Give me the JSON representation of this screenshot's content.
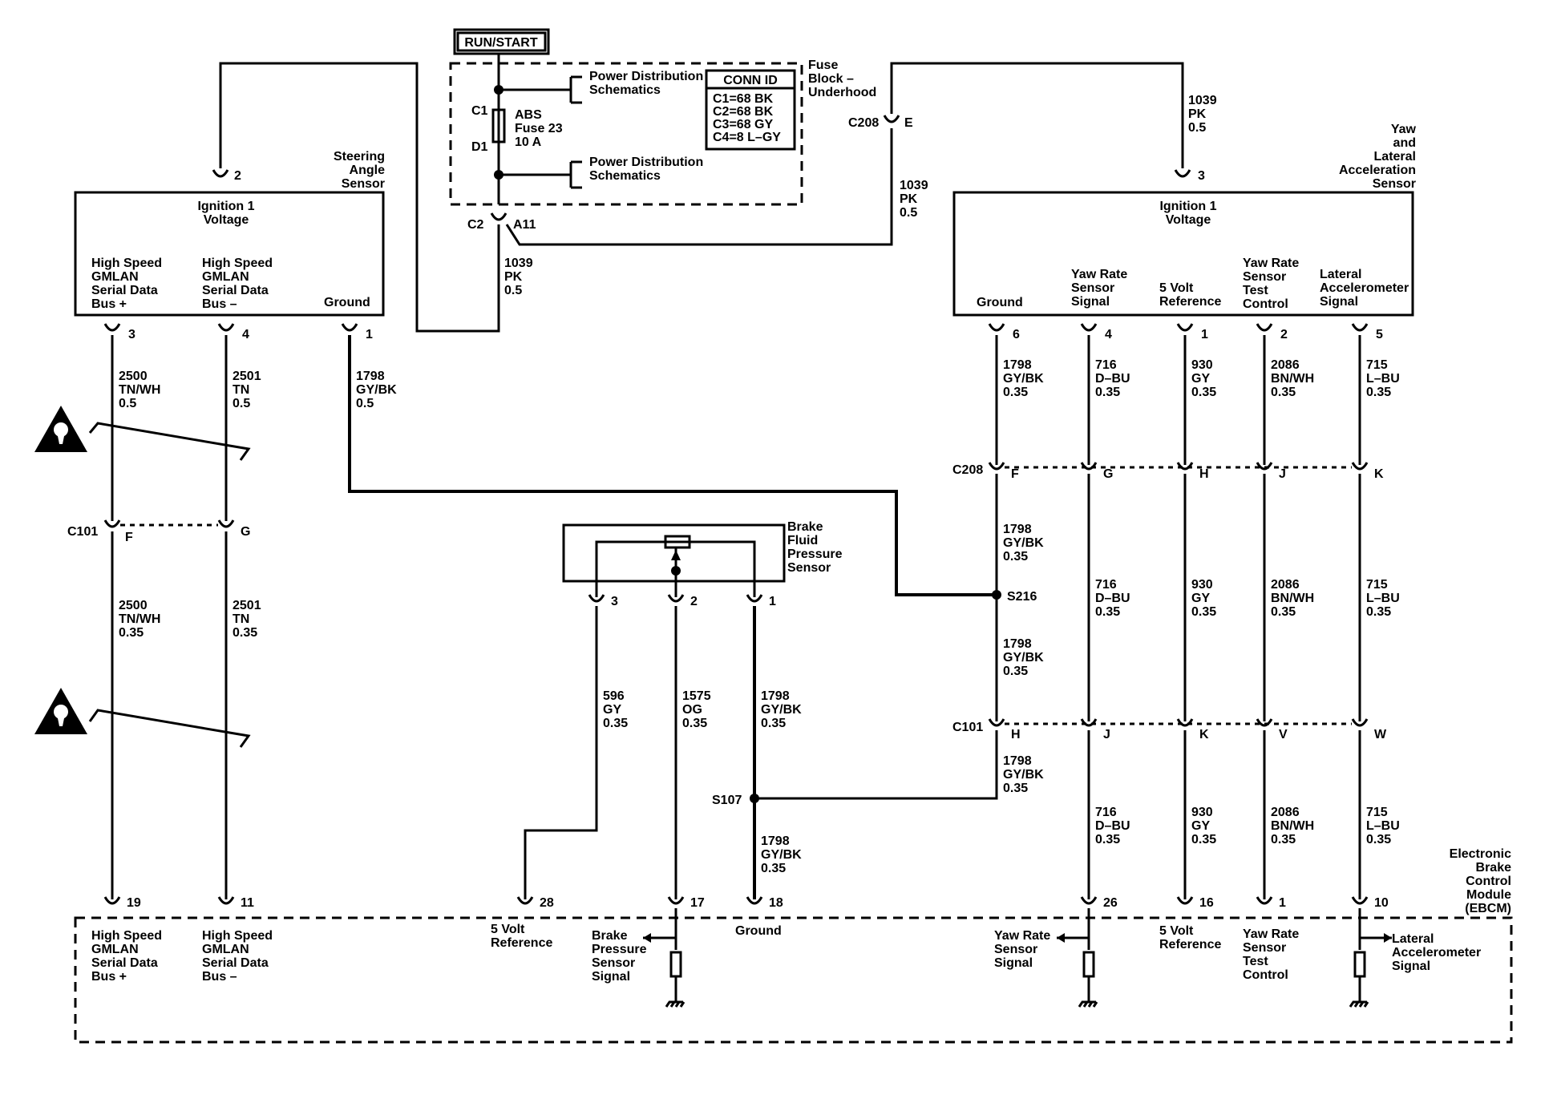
{
  "run_start": "RUN/START",
  "fuse_block": {
    "name": [
      "Fuse",
      "Block –",
      "Underhood"
    ],
    "conn_id_title": "CONN ID",
    "conn_id_rows": [
      "C1=68 BK",
      "C2=68 BK",
      "C3=68 GY",
      "C4=8 L–GY"
    ],
    "pds_label": [
      "Power Distribution",
      "Schematics"
    ],
    "fuse_label": [
      "ABS",
      "Fuse 23",
      "10 A"
    ],
    "c1": "C1",
    "d1": "D1",
    "c2": "C2",
    "a11": "A11"
  },
  "steering_sensor": {
    "name": [
      "Steering",
      "Angle",
      "Sensor"
    ],
    "ign_label": [
      "Ignition 1",
      "Voltage"
    ],
    "pin_ign": "2",
    "pins": [
      {
        "label": [
          "High Speed",
          "GMLAN",
          "Serial Data",
          "Bus +"
        ],
        "num": "3"
      },
      {
        "label": [
          "High Speed",
          "GMLAN",
          "Serial Data",
          "Bus –"
        ],
        "num": "4"
      },
      {
        "label": [
          "Ground"
        ],
        "num": "1"
      }
    ]
  },
  "yaw_sensor": {
    "name": [
      "Yaw",
      "and",
      "Lateral",
      "Acceleration",
      "Sensor"
    ],
    "ign_label": [
      "Ignition 1",
      "Voltage"
    ],
    "pin_ign": "3",
    "pins": [
      {
        "label": [
          "Ground"
        ],
        "num": "6"
      },
      {
        "label": [
          "Yaw Rate",
          "Sensor",
          "Signal"
        ],
        "num": "4"
      },
      {
        "label": [
          "5 Volt",
          "Reference"
        ],
        "num": "1"
      },
      {
        "label": [
          "Yaw Rate",
          "Sensor",
          "Test",
          "Control"
        ],
        "num": "2"
      },
      {
        "label": [
          "Lateral",
          "Accelerometer",
          "Signal"
        ],
        "num": "5"
      }
    ]
  },
  "brake_sensor": {
    "name": [
      "Brake",
      "Fluid",
      "Pressure",
      "Sensor"
    ],
    "pins": [
      "3",
      "2",
      "1"
    ]
  },
  "connectors": {
    "c208": "C208",
    "c208_top_pin": "E",
    "c208_pins": [
      "F",
      "G",
      "H",
      "J",
      "K"
    ],
    "c101": "C101",
    "c101_left_pins": [
      "F",
      "G"
    ],
    "c101_right_pins": [
      "H",
      "J",
      "K",
      "V",
      "W"
    ]
  },
  "splices": {
    "s216": "S216",
    "s107": "S107"
  },
  "wires": {
    "pk_top": [
      "1039",
      "PK",
      "0.5"
    ],
    "pk_mid": [
      "1039",
      "PK",
      "0.5"
    ],
    "pk_fuse": [
      "1039",
      "PK",
      "0.5"
    ],
    "w2500_a": [
      "2500",
      "TN/WH",
      "0.5"
    ],
    "w2501_a": [
      "2501",
      "TN",
      "0.5"
    ],
    "w1798_a": [
      "1798",
      "GY/BK",
      "0.5"
    ],
    "w2500_b": [
      "2500",
      "TN/WH",
      "0.35"
    ],
    "w2501_b": [
      "2501",
      "TN",
      "0.35"
    ],
    "yaw_top": [
      [
        "1798",
        "GY/BK",
        "0.35"
      ],
      [
        "716",
        "D–BU",
        "0.35"
      ],
      [
        "930",
        "GY",
        "0.35"
      ],
      [
        "2086",
        "BN/WH",
        "0.35"
      ],
      [
        "715",
        "L–BU",
        "0.35"
      ]
    ],
    "yaw_mid": [
      [
        "1798",
        "GY/BK",
        "0.35"
      ],
      [
        "716",
        "D–BU",
        "0.35"
      ],
      [
        "930",
        "GY",
        "0.35"
      ],
      [
        "2086",
        "BN/WH",
        "0.35"
      ],
      [
        "715",
        "L–BU",
        "0.35"
      ]
    ],
    "gy_s216_below": [
      "1798",
      "GY/BK",
      "0.35"
    ],
    "yaw_bot": [
      [
        "1798",
        "GY/BK",
        "0.35"
      ],
      [
        "716",
        "D–BU",
        "0.35"
      ],
      [
        "930",
        "GY",
        "0.35"
      ],
      [
        "2086",
        "BN/WH",
        "0.35"
      ],
      [
        "715",
        "L–BU",
        "0.35"
      ]
    ],
    "w596": [
      "596",
      "GY",
      "0.35"
    ],
    "w1575": [
      "1575",
      "OG",
      "0.35"
    ],
    "w1798_brake": [
      "1798",
      "GY/BK",
      "0.35"
    ],
    "w1798_ebcm": [
      "1798",
      "GY/BK",
      "0.35"
    ]
  },
  "ebcm": {
    "name": [
      "Electronic",
      "Brake",
      "Control",
      "Module",
      "(EBCM)"
    ],
    "pins": [
      {
        "num": "19",
        "label": [
          "High Speed",
          "GMLAN",
          "Serial Data",
          "Bus +"
        ]
      },
      {
        "num": "11",
        "label": [
          "High Speed",
          "GMLAN",
          "Serial Data",
          "Bus –"
        ]
      },
      {
        "num": "28",
        "label": [
          "5 Volt",
          "Reference"
        ]
      },
      {
        "num": "17",
        "label": [
          "Brake",
          "Pressure",
          "Sensor",
          "Signal"
        ]
      },
      {
        "num": "18",
        "label": [
          "Ground"
        ]
      },
      {
        "num": "26",
        "label": [
          "Yaw Rate",
          "Sensor",
          "Signal"
        ]
      },
      {
        "num": "16",
        "label": [
          "5 Volt",
          "Reference"
        ]
      },
      {
        "num": "1",
        "label": [
          "Yaw Rate",
          "Sensor",
          "Test",
          "Control"
        ]
      },
      {
        "num": "10",
        "label": [
          "Lateral",
          "Accelerometer",
          "Signal"
        ]
      }
    ]
  }
}
